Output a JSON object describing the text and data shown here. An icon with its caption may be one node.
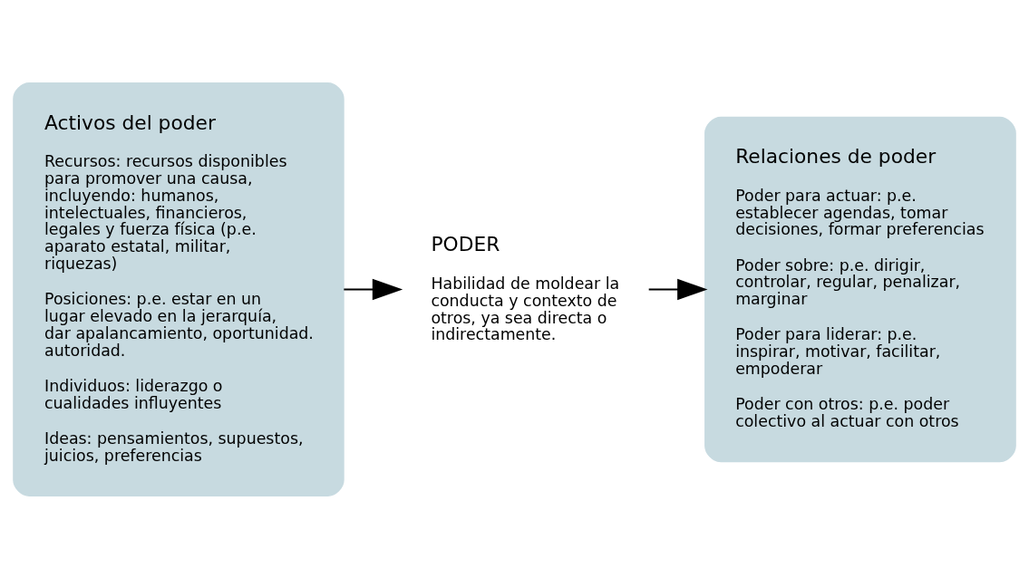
{
  "diagram": {
    "nodes": [
      {
        "text": [
          "Activos del poder",
          "Recursos: recursos disponibles para promover una causa, incluyendo: humanos, intelectuales, financieros, legales y fuerza física (p.e. aparato estatal, militar, riquezas)",
          "Posiciones: p.e. estar en un lugar elevado en la jerarquía, dar apalancamiento, oportunidad. autoridad.",
          "Individuos: liderazgo o cualidades influyentes",
          "Ideas: pensamientos, supuestos, juicios, preferencias"
        ]
      },
      {
        "text": [
          "PODER",
          "Habilidad de moldear la conducta y contexto de otros, ya sea directa o indirectamente."
        ]
      },
      {
        "text": [
          "Relaciones de poder",
          "Poder para actuar: p.e. establecer agendas, tomar decisiones, formar preferencias",
          "Poder sobre: p.e. dirigir, controlar, regular, penalizar, marginar",
          "Poder para liderar: p.e. inspirar, motivar, facilitar, empoderar",
          "Poder con otros: p.e. poder colectivo al actuar con otros"
        ]
      }
    ],
    "edges": [
      {
        "from": 0,
        "to": 1,
        "arrow": "to"
      },
      {
        "from": 1,
        "to": 2,
        "arrow": "to"
      }
    ]
  }
}
